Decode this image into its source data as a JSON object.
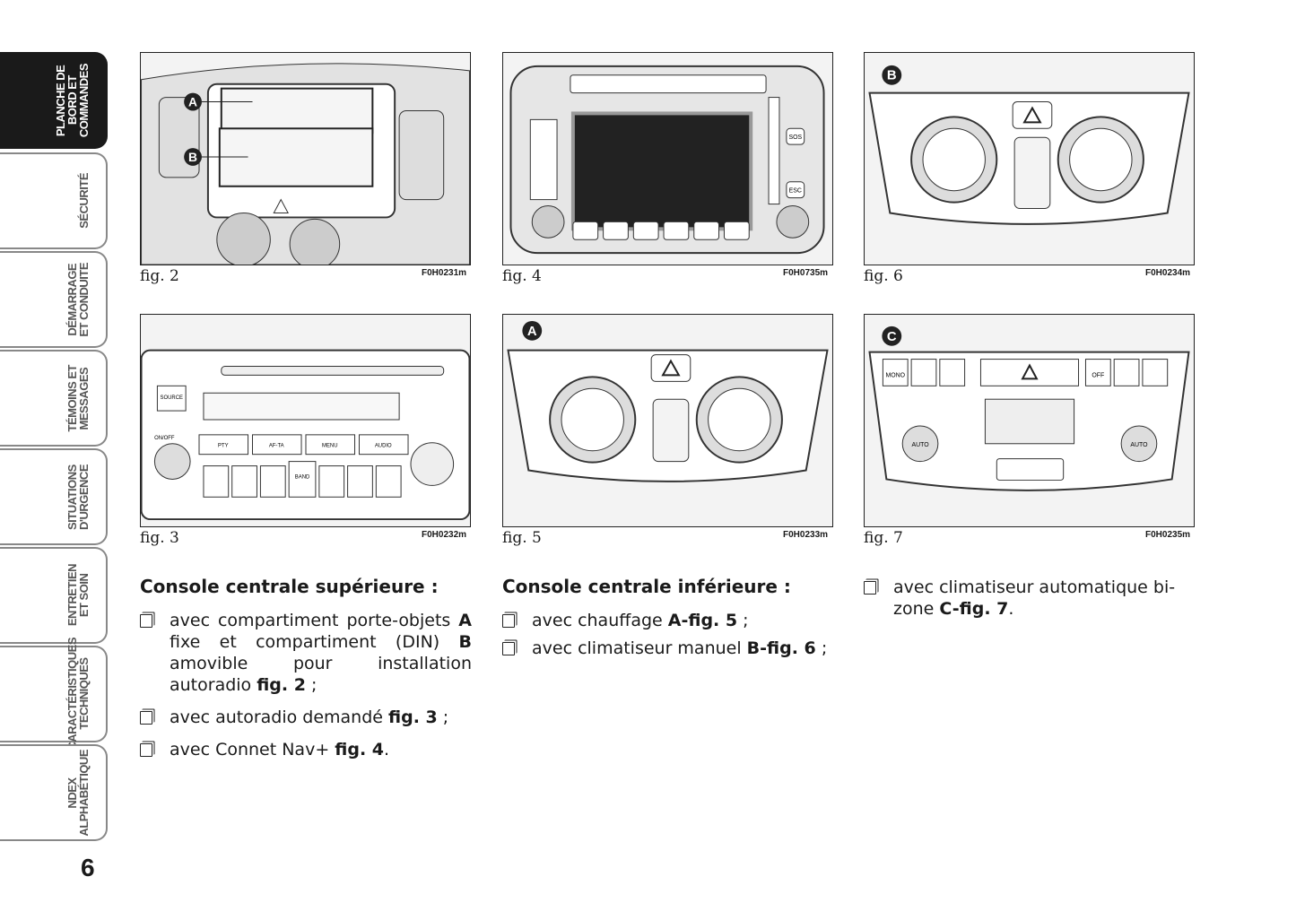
{
  "sidebar": {
    "tabs": [
      {
        "label": "PLANCHE DE\nBORD ET\nCOMMANDES",
        "active": true
      },
      {
        "label": "SÉCURITÉ"
      },
      {
        "label": "DÉMARRAGE\nET CONDUITE"
      },
      {
        "label": "TÉMOINS ET\nMESSAGES"
      },
      {
        "label": "SITUATIONS\nD'URGENCE"
      },
      {
        "label": "ENTRETIEN\nET SOIN"
      },
      {
        "label": "CARACTÉRISTIQUES\nTECHNIQUES"
      },
      {
        "label": "NDEX\nALPHABÉTIQUE"
      }
    ]
  },
  "page_number": "6",
  "figures": [
    {
      "caption": "fig. 2",
      "code": "F0H0231m",
      "markers": [
        "A",
        "B"
      ]
    },
    {
      "caption": "fig. 4",
      "code": "F0H0735m",
      "labels": [
        "SOS",
        "ESC"
      ]
    },
    {
      "caption": "fig. 6",
      "code": "F0H0234m",
      "markers": [
        "B"
      ]
    },
    {
      "caption": "fig. 3",
      "code": "F0H0232m",
      "labels": [
        "SOURCE",
        "ON/OFF",
        "PTY",
        "AF-TA",
        "MENU",
        "AUDIO",
        "BAND"
      ]
    },
    {
      "caption": "fig. 5",
      "code": "F0H0233m",
      "markers": [
        "A"
      ]
    },
    {
      "caption": "fig. 7",
      "code": "F0H0235m",
      "markers": [
        "C"
      ],
      "labels": [
        "MONO",
        "OFF",
        "AUTO",
        "AUTO"
      ]
    }
  ],
  "columns": [
    {
      "heading": "Console centrale supérieure :",
      "items": [
        {
          "text": "avec compartiment porte-objets ",
          "b1": "A",
          "t2": " fixe et compartiment (DIN) ",
          "b2": "B",
          "t3": " amovible pour installation autoradio ",
          "b3": "fig. 2",
          "t4": " ;"
        },
        {
          "text": "avec autoradio demandé ",
          "b1": "fig. 3",
          "t2": " ;"
        },
        {
          "text": "avec Connet Nav+ ",
          "b1": "fig. 4",
          "t2": "."
        }
      ]
    },
    {
      "heading": "Console centrale inférieure :",
      "items": [
        {
          "text": "avec chauffage ",
          "b1": "A-fig. 5",
          "t2": " ;"
        },
        {
          "text": "avec climatiseur manuel ",
          "b1": "B-fig. 6",
          "t2": " ;"
        }
      ]
    },
    {
      "heading": "",
      "items": [
        {
          "text": "avec climatiseur automatique bi-zone ",
          "b1": "C-fig. 7",
          "t2": "."
        }
      ]
    }
  ]
}
